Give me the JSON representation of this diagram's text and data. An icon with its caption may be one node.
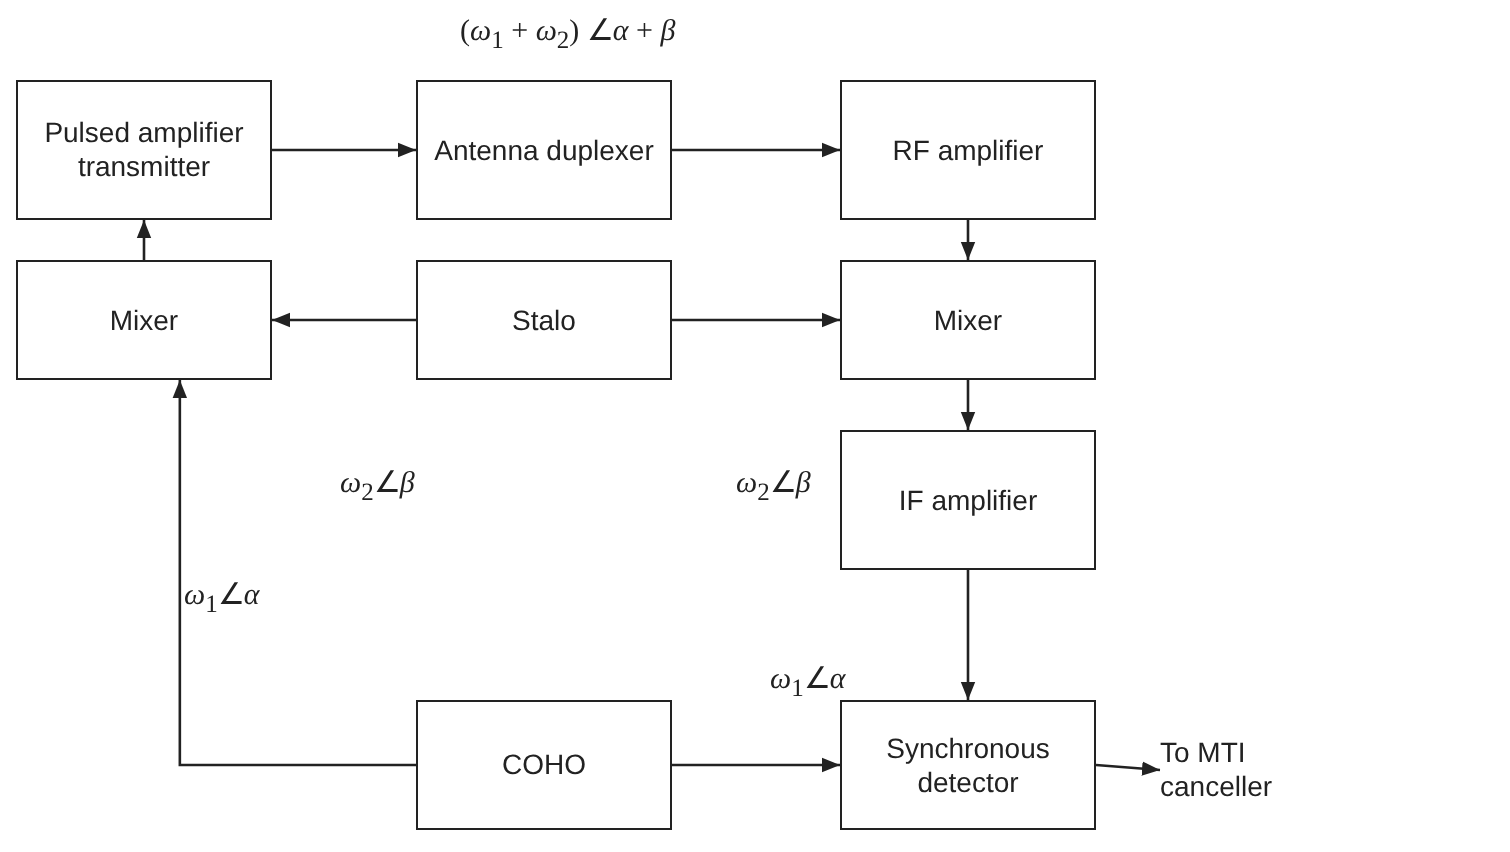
{
  "diagram": {
    "nodes": [
      {
        "text": [
          "Pulsed amplifier transmitter"
        ]
      },
      {
        "text": [
          "Antenna duplexer"
        ]
      },
      {
        "text": [
          "RF amplifier"
        ]
      },
      {
        "text": [
          "Mixer"
        ]
      },
      {
        "text": [
          "Stalo"
        ]
      },
      {
        "text": [
          "Mixer"
        ]
      },
      {
        "text": [
          "IF amplifier"
        ]
      },
      {
        "text": [
          "COHO"
        ]
      },
      {
        "text": [
          "Synchronous detector"
        ]
      },
      {
        "text": [
          "To MTI canceller"
        ]
      }
    ],
    "edges": [
      {
        "from": 0,
        "to": 1,
        "arrow": "to"
      },
      {
        "from": 1,
        "to": 2,
        "arrow": "to"
      },
      {
        "from": 2,
        "to": 5,
        "arrow": "to"
      },
      {
        "from": 4,
        "to": 3,
        "arrow": "to"
      },
      {
        "from": 4,
        "to": 5,
        "arrow": "to"
      },
      {
        "from": 3,
        "to": 0,
        "arrow": "to"
      },
      {
        "from": 5,
        "to": 6,
        "arrow": "to"
      },
      {
        "from": 6,
        "to": 8,
        "arrow": "to"
      },
      {
        "from": 7,
        "to": 8,
        "arrow": "to"
      },
      {
        "from": 7,
        "to": 3,
        "arrow": "to"
      },
      {
        "from": 8,
        "to": 9,
        "arrow": "to"
      }
    ],
    "labels": [
      "(*ω*$_{1}$ + *ω*$_{2}$) ∠*α* + *β*",
      "*ω*$_{2}$∠*β*",
      "*ω*$_{2}$∠*β*",
      "*ω*$_{1}$∠*α*",
      "*ω*$_{1}$∠*α*"
    ]
  }
}
